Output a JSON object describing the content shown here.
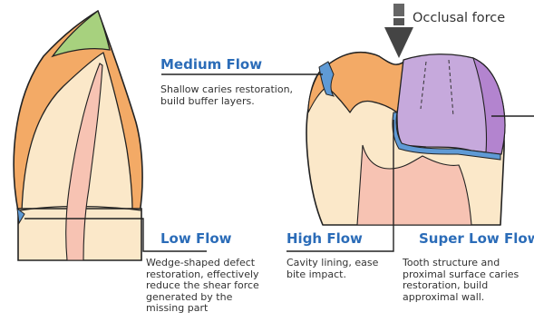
{
  "force_label": "Occlusal force",
  "callouts": {
    "medium": {
      "title": "Medium Flow",
      "description": "Shallow caries restoration, build buffer layers."
    },
    "low": {
      "title": "Low Flow",
      "description": "Wedge-shaped defect restoration, effectively reduce the shear force generated by the missing part"
    },
    "high": {
      "title": "High Flow",
      "description": "Cavity lining, ease bite impact."
    },
    "super_low": {
      "title": "Super Low Flow",
      "description": "Tooth structure and proximal surface caries restoration, build approximal wall."
    }
  },
  "colors": {
    "heading": "#2b6cb8",
    "enamel": "#f3aa66",
    "dentin": "#fbe8c9",
    "pulp": "#f7c3b3",
    "gum": "#a7d17e",
    "restoration": "#c6a9dc",
    "restoration_dark": "#b384cf",
    "flow_material": "#5f9ad5"
  }
}
